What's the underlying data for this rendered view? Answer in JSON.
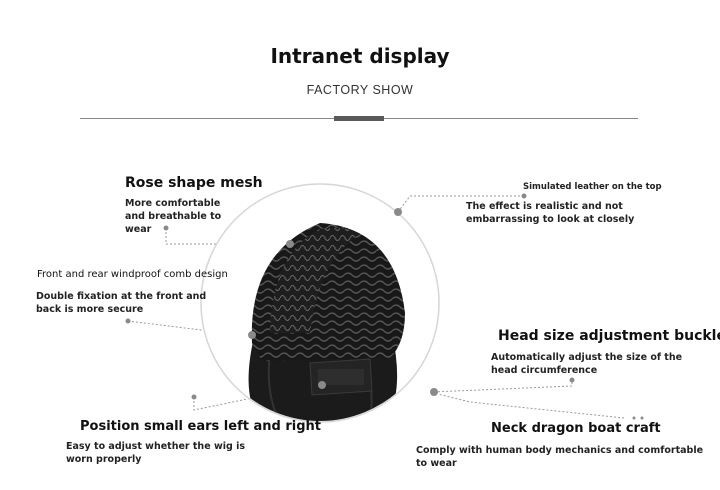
{
  "header": {
    "title": "Intranet display",
    "subtitle": "FACTORY SHOW"
  },
  "callouts": {
    "rose_mesh": {
      "heading": "Rose shape mesh",
      "text": "More comfortable and breathable to wear"
    },
    "leather_top": {
      "heading": "Simulated leather on the top",
      "text": "The effect is realistic and not embarrassing to look at closely"
    },
    "comb": {
      "heading": "Front and rear windproof comb design",
      "text": "Double fixation at the front and back is more secure"
    },
    "buckle": {
      "heading": "Head size adjustment buckle",
      "text": "Automatically adjust the size of the head circumference"
    },
    "ears": {
      "heading": "Position small ears left and right",
      "text": "Easy to adjust whether the wig is worn properly"
    },
    "neck": {
      "heading": "Neck dragon boat craft",
      "text": "Comply with human body mechanics and comfortable to wear"
    }
  },
  "colors": {
    "leader_line": "#9a9a9a",
    "dot": "#8a8a8a",
    "cap_dark": "#1c1c1c"
  }
}
